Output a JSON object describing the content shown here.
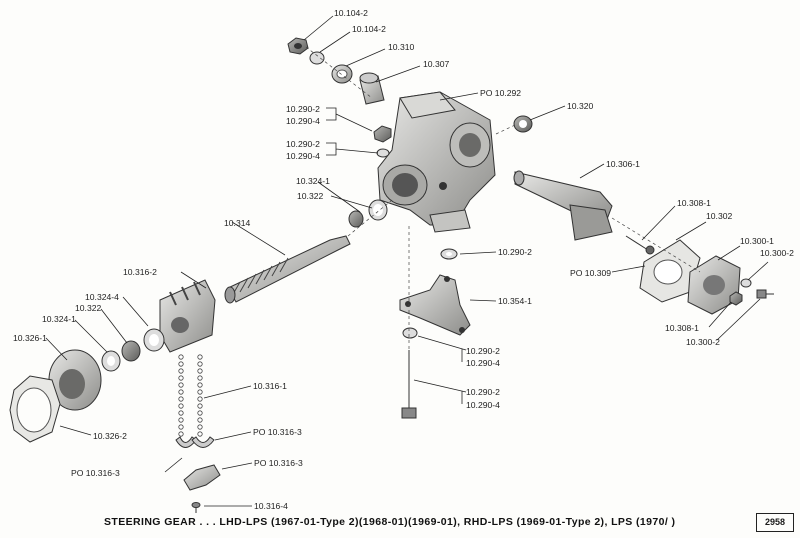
{
  "labels": {
    "p10_104_2a": "10.104-2",
    "p10_104_2b": "10.104-2",
    "p10_310": "10.310",
    "p10_307": "10.307",
    "po10_292": "PO 10.292",
    "p10_320": "10.320",
    "p10_290_2a": "10.290-2",
    "p10_290_4a": "10.290-4",
    "p10_290_2b": "10.290-2",
    "p10_290_4b": "10.290-4",
    "p10_306_1": "10.306-1",
    "p10_324_1a": "10.324-1",
    "p10_322a": "10.322",
    "p10_314": "10.314",
    "p10_308_1a": "10.308-1",
    "p10_302": "10.302",
    "p10_300_1": "10.300-1",
    "p10_300_2a": "10.300-2",
    "p10_290_2c": "10.290-2",
    "po10_309": "PO 10.309",
    "p10_316_2": "10.316-2",
    "p10_324_4": "10.324-4",
    "p10_322b": "10.322",
    "p10_324_1b": "10.324-1",
    "p10_354_1": "10.354-1",
    "p10_308_1b": "10.308-1",
    "p10_300_2b": "10.300-2",
    "p10_326_1": "10.326-1",
    "p10_290_2d": "10.290-2",
    "p10_290_4c": "10.290-4",
    "p10_316_1": "10.316-1",
    "p10_290_2e": "10.290-2",
    "p10_290_4d": "10.290-4",
    "p10_326_2": "10.326-2",
    "po10_316_3a": "PO 10.316-3",
    "po10_316_3b": "PO 10.316-3",
    "po10_316_3c": "PO 10.316-3",
    "p10_316_4": "10.316-4"
  },
  "caption": "STEERING GEAR . . .  LHD-LPS (1967-01-Type 2)(1968-01)(1969-01),  RHD-LPS (1969-01-Type 2), LPS (1970/ )",
  "page_number": "2958"
}
